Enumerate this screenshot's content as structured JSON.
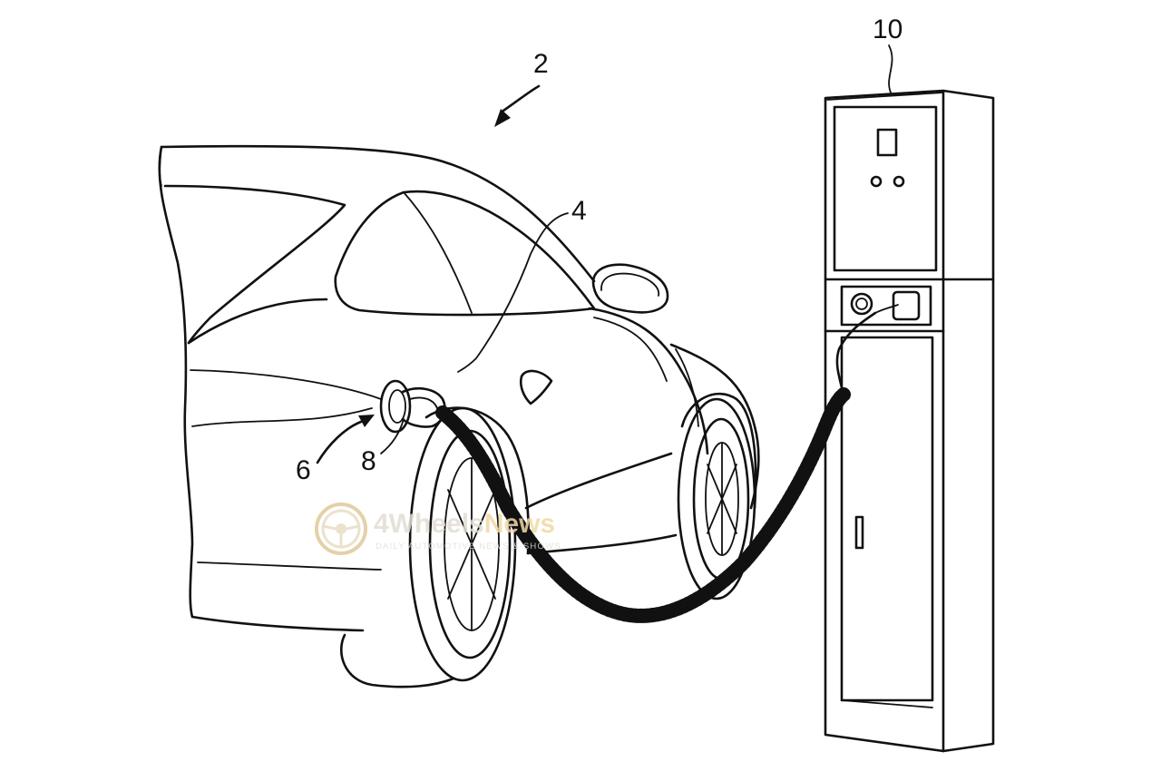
{
  "figure": {
    "reference_numerals": {
      "vehicle": "2",
      "vehicle_body": "4",
      "charging_port": "6",
      "charging_plug": "8",
      "charging_station": "10"
    }
  },
  "watermark": {
    "brand_prefix": "4Wheels",
    "brand_suffix": "News",
    "tagline": "DAILY AUTOMOTIVE NEWS & SHOWS",
    "colors": {
      "text": "#e2ddd4",
      "accent": "#f0d9a6"
    }
  }
}
